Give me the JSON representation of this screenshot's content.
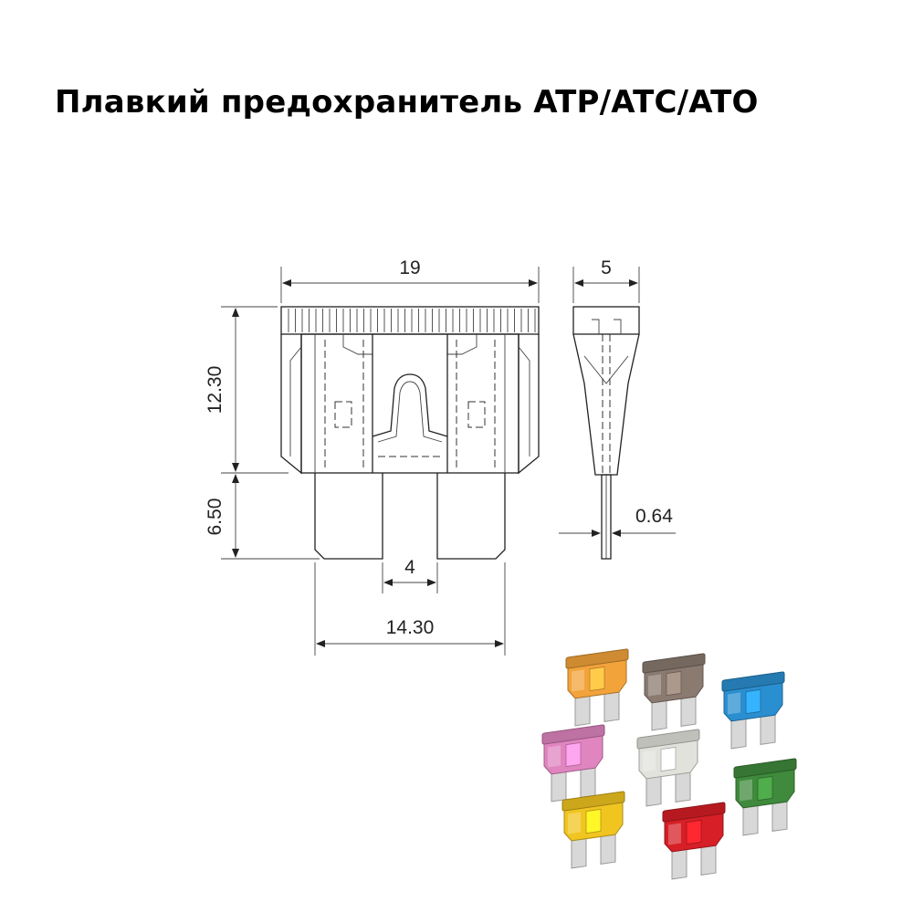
{
  "title": "Плавкий предохранитель ATP/ATC/ATO",
  "dimensions": {
    "overall_width": "19",
    "thickness": "5",
    "body_height": "12.30",
    "blade_length": "6.50",
    "blade_gap": "4",
    "blade_span": "14.30",
    "blade_thickness": "0.64"
  },
  "fuse_colors": {
    "orange": "#f2a33a",
    "brown": "#8a7a70",
    "blue": "#2a8fd0",
    "pink": "#e085c0",
    "clear": "#e2e2dc",
    "green": "#3f8a3c",
    "yellow": "#f0c520",
    "red": "#d61f26"
  }
}
